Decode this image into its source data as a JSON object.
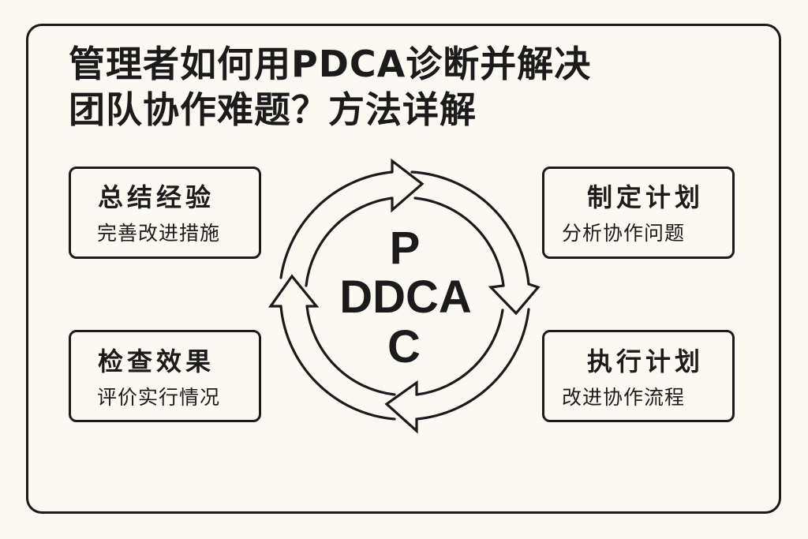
{
  "title": {
    "line1": "管理者如何用PDCA诊断并解决",
    "line2": "团队协作难题？方法详解"
  },
  "cards": {
    "act": {
      "position": "top-left",
      "heading": "总结经验",
      "subtext": "完善改进措施"
    },
    "plan": {
      "position": "top-right",
      "heading": "制定计划",
      "subtext": "分析协作问题"
    },
    "check": {
      "position": "bottom-left",
      "heading": "检查效果",
      "subtext": "评价实行情况"
    },
    "do": {
      "position": "bottom-right",
      "heading": "执行计划",
      "subtext": "改进协作流程"
    }
  },
  "cycle": {
    "top_letter": "P",
    "middle_letters": "DDCA",
    "bottom_letter": "C",
    "arrows": [
      "right",
      "down",
      "left",
      "up"
    ],
    "direction": "clockwise"
  },
  "colors": {
    "background": "#fcf8f2",
    "ink": "#1b1b1b"
  }
}
